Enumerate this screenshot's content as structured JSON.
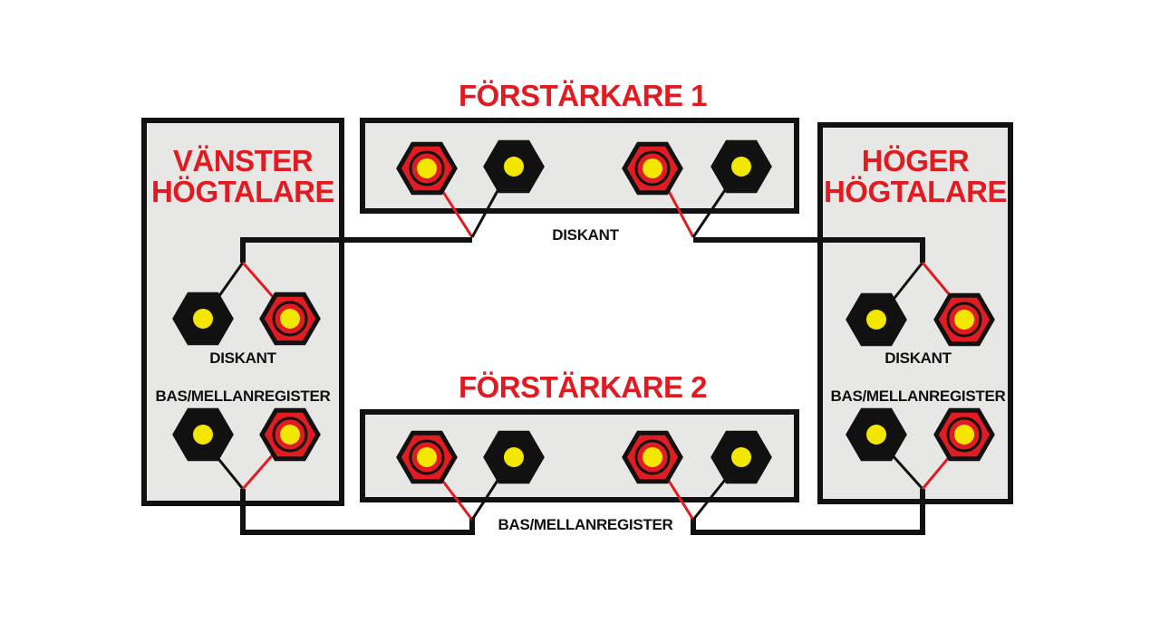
{
  "amplifier_1": {
    "title": "FÖRSTÄRKARE 1",
    "channel_label": "DISKANT"
  },
  "amplifier_2": {
    "title": "FÖRSTÄRKARE 2",
    "channel_label": "BAS/MELLANREGISTER"
  },
  "left_speaker": {
    "title_line1": "VÄNSTER",
    "title_line2": "HÖGTALARE",
    "tweeter_label": "DISKANT",
    "woofer_label": "BAS/MELLANREGISTER"
  },
  "right_speaker": {
    "title_line1": "HÖGER",
    "title_line2": "HÖGTALARE",
    "tweeter_label": "DISKANT",
    "woofer_label": "BAS/MELLANREGISTER"
  },
  "colors": {
    "positive_terminal": "#e11b22",
    "negative_terminal": "#111111",
    "terminal_center": "#f3e600",
    "panel_fill": "#e7e8e6",
    "title_text": "#e11b22",
    "label_text": "#111111"
  }
}
